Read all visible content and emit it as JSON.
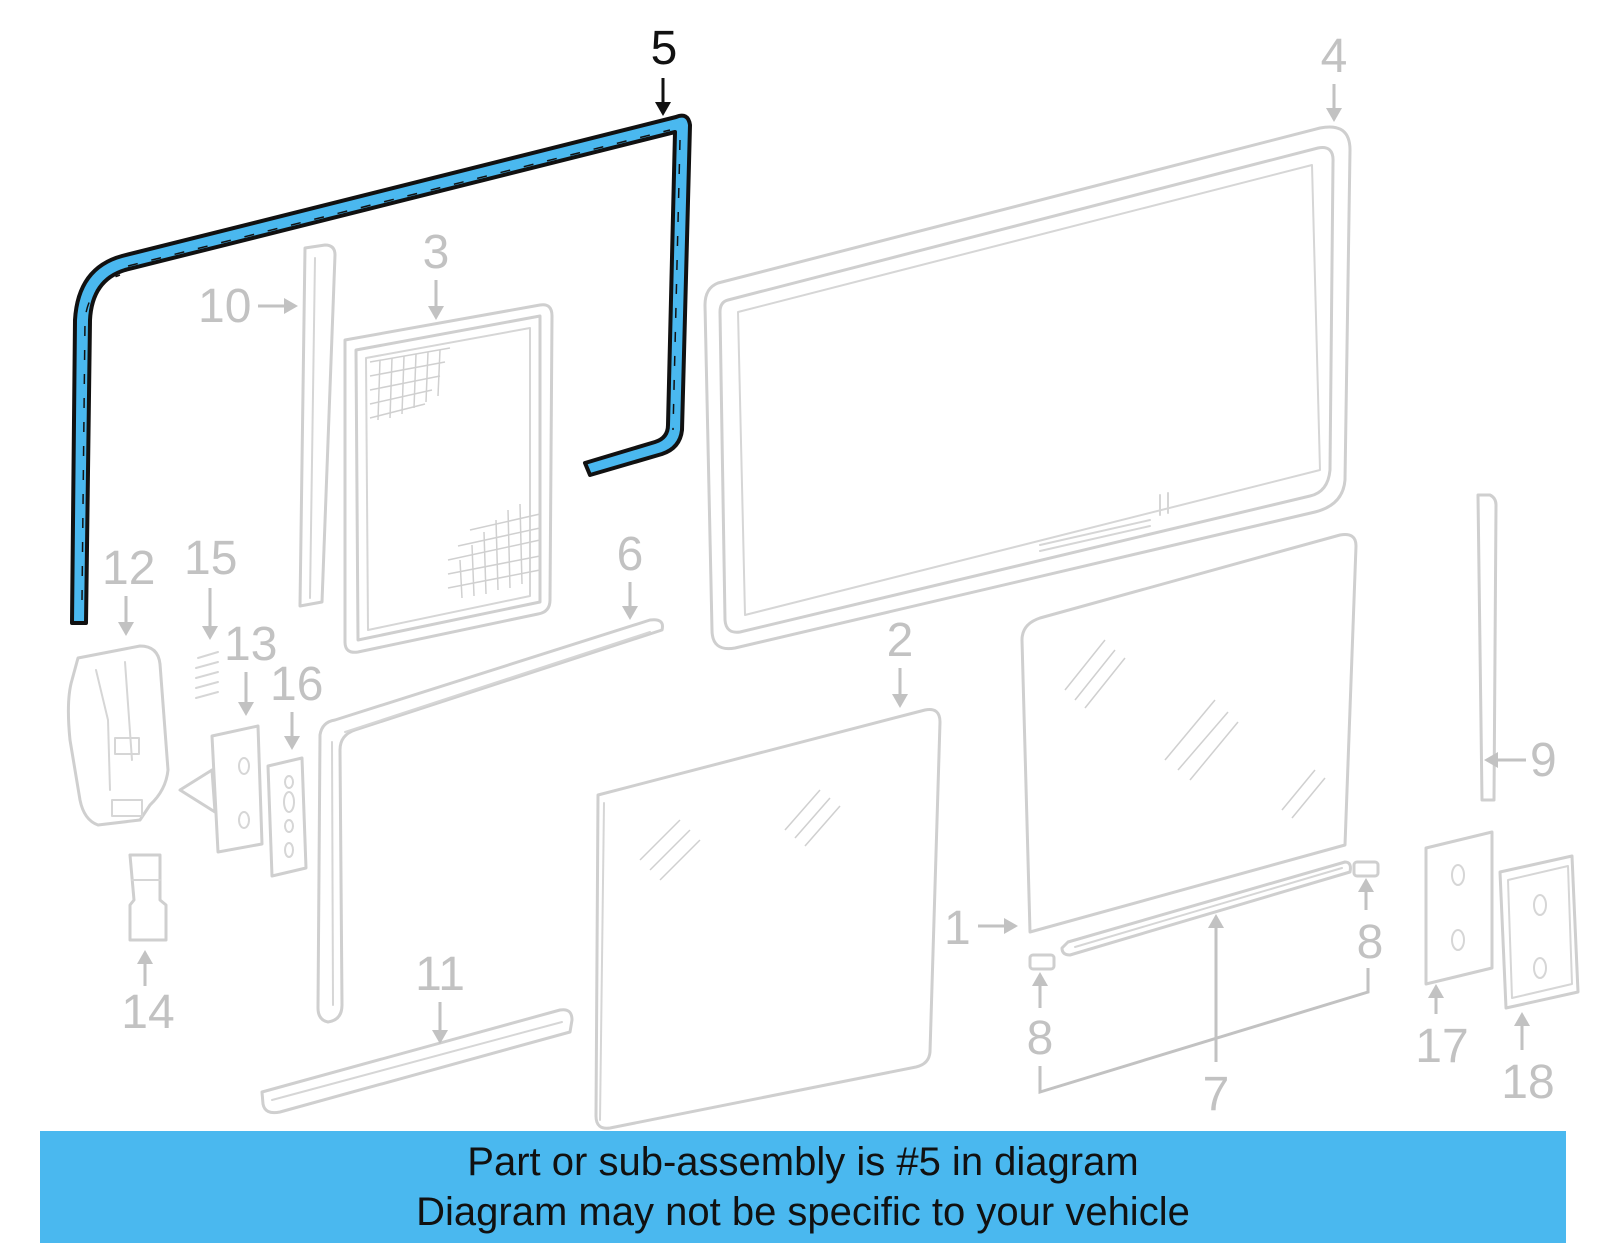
{
  "highlight": {
    "color": "#4ab8ef",
    "outline": "#111111",
    "part_number": "5"
  },
  "callouts": {
    "c1": "1",
    "c2": "2",
    "c3": "3",
    "c4": "4",
    "c5": "5",
    "c6": "6",
    "c7": "7",
    "c8a": "8",
    "c8b": "8",
    "c9": "9",
    "c10": "10",
    "c11": "11",
    "c12": "12",
    "c13": "13",
    "c14": "14",
    "c15": "15",
    "c16": "16",
    "c17": "17",
    "c18": "18"
  },
  "footer": {
    "line1": "Part or sub-assembly is #5 in diagram",
    "line2": "Diagram may not be specific to your vehicle"
  }
}
